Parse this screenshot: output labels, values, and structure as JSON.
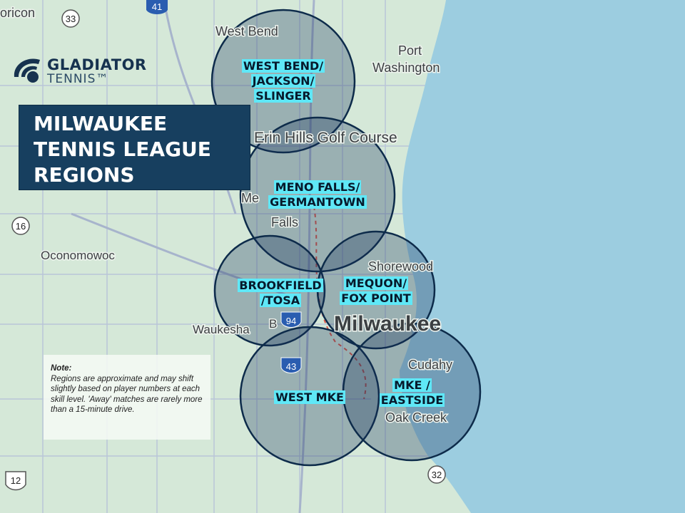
{
  "brand": {
    "name_line1": "GLADIATOR",
    "name_line2": "TENNIS™"
  },
  "title": {
    "line1": "MILWAUKEE",
    "line2": "TENNIS LEAGUE",
    "line3": "REGIONS"
  },
  "note": {
    "heading": "Note:",
    "body": "Regions are approximate and may shift slightly based on player numbers at each skill level. 'Away' matches are rarely more than a 15-minute drive."
  },
  "regions": [
    {
      "label": "WEST BEND/ JACKSON/ SLINGER"
    },
    {
      "label": "MENO FALLS/ GERMANTOWN"
    },
    {
      "label": "BROOKFIELD /TOSA"
    },
    {
      "label": "MEQUON/ FOX POINT"
    },
    {
      "label": "WEST MKE"
    },
    {
      "label": "MKE / EASTSIDE"
    }
  ],
  "map_labels": {
    "horicon": "oricon",
    "west_bend": "West Bend",
    "port": "Port",
    "washington": "Washington",
    "erin_hills": "Erin Hills Golf Course",
    "me": "Me",
    "falls": "Falls",
    "oconomowoc": "Oconomowoc",
    "shorewood": "Shorewood",
    "milwaukee": "Milwaukee",
    "waukesha": "Waukesha",
    "cudahy": "Cudahy",
    "oak_creek": "Oak Creek",
    "brookfield_partial": "B"
  },
  "route_shields": {
    "r33": "33",
    "r41": "41",
    "r16": "16",
    "r94": "94",
    "r43": "43",
    "r12": "12",
    "r32": "32"
  },
  "colors": {
    "land": "#d5e8d8",
    "water": "#9ccde0",
    "region_stroke": "#0d2b4a",
    "label_highlight": "#5fe8f7",
    "title_bg": "#173f5f"
  }
}
